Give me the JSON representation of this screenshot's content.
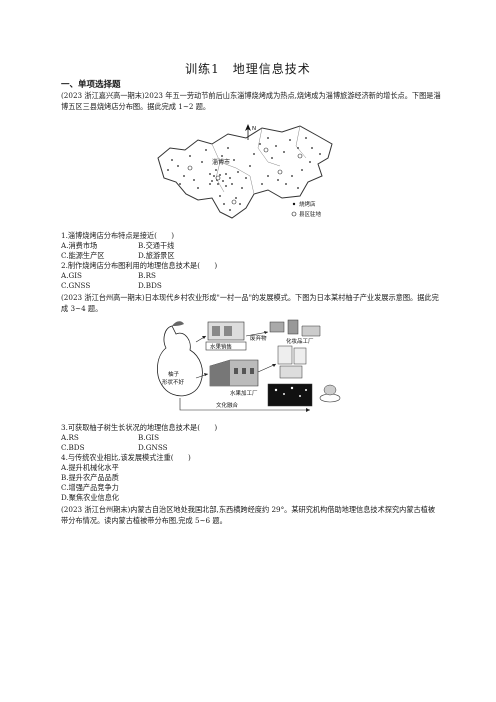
{
  "page": {
    "title": "训练1　地理信息技术",
    "section": "一、单项选择题",
    "intro1": "(2023 浙江嘉兴高一期末)2023 年五一劳动节前后山东淄博烧烤成为热点,烧烤成为淄博旅游经济新的增长点。下图是淄博五区三县烧烤店分布图。据此完成 1~2 题。",
    "map": {
      "city_label": "淄博市",
      "north": "N",
      "legend_store": "烧烤店",
      "legend_county": "县区驻地"
    },
    "q1": {
      "stem": "1.淄博烧烤店分布特点是接近(　　)",
      "A": "A.消费市场",
      "B": "B.交通干线",
      "C": "C.能源生产区",
      "D": "D.旅游景区"
    },
    "q2": {
      "stem": "2.制作烧烤店分布图利用的地理信息技术是(　　)",
      "A": "A.GIS",
      "B": "B.RS",
      "C": "C.GNSS",
      "D": "D.BDS"
    },
    "intro2": "(2023 浙江台州高一期末)日本现代乡村农业形成\"一村一品\"的发展模式。下图为日本某村柚子产业发展示意图。据此完成 3~4 题。",
    "diagram": {
      "fruit_sale": "水果销售",
      "waste": "废弃物",
      "cosmetics": "化妆品工厂",
      "pomelo": "柚子\n形状不好",
      "processing": "水果加工厂",
      "culture": "文化融合"
    },
    "q3": {
      "stem": "3.可获取柚子树生长状况的地理信息技术是(　　)",
      "A": "A.RS",
      "B": "B.GIS",
      "C": "C.BDS",
      "D": "D.GNSS"
    },
    "q4": {
      "stem": "4.与传统农业相比,该发展模式注重(　　)",
      "A": "A.提升机械化水平",
      "B": "B.提升农产品品质",
      "C": "C.增强产品竞争力",
      "D": "D.聚焦农业信息化"
    },
    "intro3": "(2023 浙江台州期末)内蒙古自治区地处我国北部,东西横跨经度约 29°。某研究机构借助地理信息技术探究内蒙古植被带分布情况。读内蒙古植被带分布图,完成 5~6 题。"
  }
}
